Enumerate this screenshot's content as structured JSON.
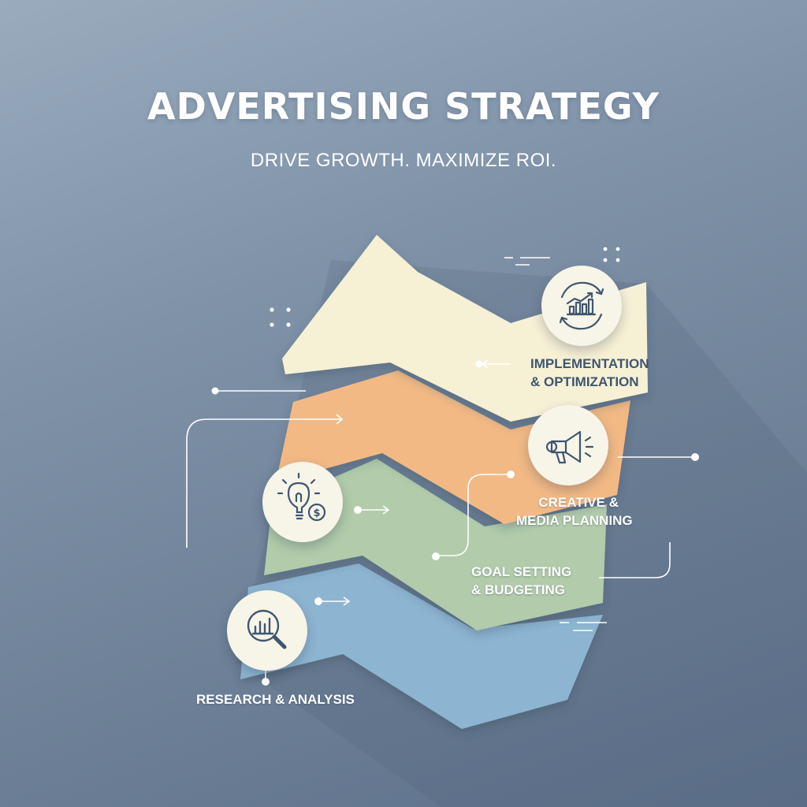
{
  "header": {
    "title": "ADVERTISING STRATEGY",
    "subtitle": "DRIVE GROWTH. MAXIMIZE ROI."
  },
  "stages": [
    {
      "label_line1": "RESEARCH & ANALYSIS",
      "label_line2": "",
      "icon": "magnifier-chart-icon",
      "color": "#8db4d1"
    },
    {
      "label_line1": "GOAL SETTING",
      "label_line2": "& BUDGETING",
      "icon": "lightbulb-dollar-icon",
      "color": "#b1cbab"
    },
    {
      "label_line1": "CREATIVE &",
      "label_line2": "MEDIA PLANNING",
      "icon": "megaphone-icon",
      "color": "#f2b985"
    },
    {
      "label_line1": "IMPLEMENTATION",
      "label_line2": "& OPTIMIZATION",
      "icon": "cycle-chart-icon",
      "color": "#f6f0d5"
    }
  ],
  "colors": {
    "background_top": "#9aabbd",
    "background_bottom": "#5d708a",
    "icon_circle": "#f7f4e8",
    "icon_stroke": "#3f5670"
  }
}
